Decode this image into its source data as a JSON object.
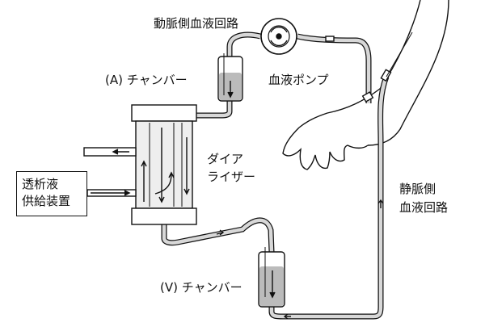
{
  "labels": {
    "arterial_line": "動脈側血液回路",
    "a_chamber": "(A) チャンバー",
    "blood_pump": "血液ポンプ",
    "dialyzer_line1": "ダイア",
    "dialyzer_line2": "ライザー",
    "supply_line1": "透析液",
    "supply_line2": "供給装置",
    "venous_line1": "静脈側",
    "venous_line2": "血液回路",
    "v_chamber": "(V) チャンバー"
  }
}
